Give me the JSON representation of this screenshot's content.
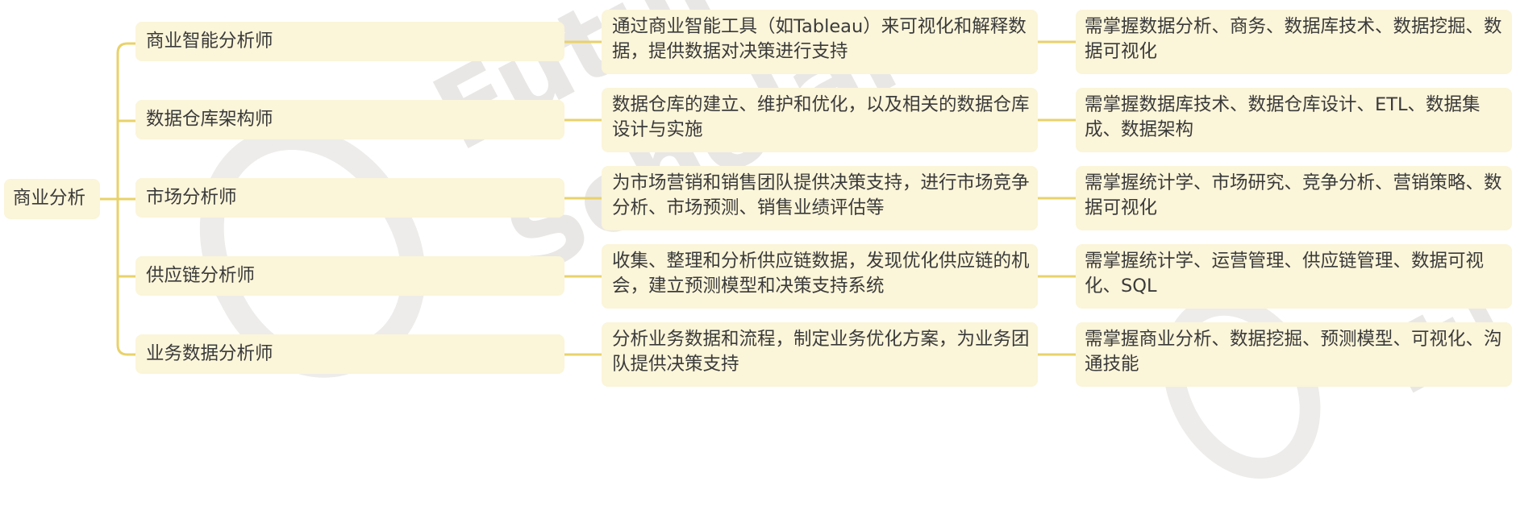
{
  "root": {
    "label": "商业分析"
  },
  "branches": [
    {
      "role": "商业智能分析师",
      "description": "通过商业智能工具（如Tableau）来可视化和解释数据，提供数据对决策进行支持",
      "skills": "需掌握数据分析、商务、数据库技术、数据挖掘、数据可视化"
    },
    {
      "role": "数据仓库架构师",
      "description": "数据仓库的建立、维护和优化，以及相关的数据仓库设计与实施",
      "skills": "需掌握数据库技术、数据仓库设计、ETL、数据集成、数据架构"
    },
    {
      "role": "市场分析师",
      "description": "为市场营销和销售团队提供决策支持，进行市场竞争分析、市场预测、销售业绩评估等",
      "skills": "需掌握统计学、市场研究、竞争分析、营销策略、数据可视化"
    },
    {
      "role": "供应链分析师",
      "description": "收集、整理和分析供应链数据，发现优化供应链的机会，建立预测模型和决策支持系统",
      "skills": "需掌握统计学、运营管理、供应链管理、数据可视化、SQL"
    },
    {
      "role": "业务数据分析师",
      "description": "分析业务数据和流程，制定业务优化方案，为业务团队提供决策支持",
      "skills": "需掌握商业分析、数据挖掘、预测模型、可视化、沟通技能"
    }
  ],
  "watermark": {
    "line1": "Future",
    "line2": "Scholar",
    "line3": "Fu"
  },
  "colors": {
    "node_fill": "#fbf5d9",
    "connector": "#e9d26a",
    "text": "#3a3a3a"
  }
}
